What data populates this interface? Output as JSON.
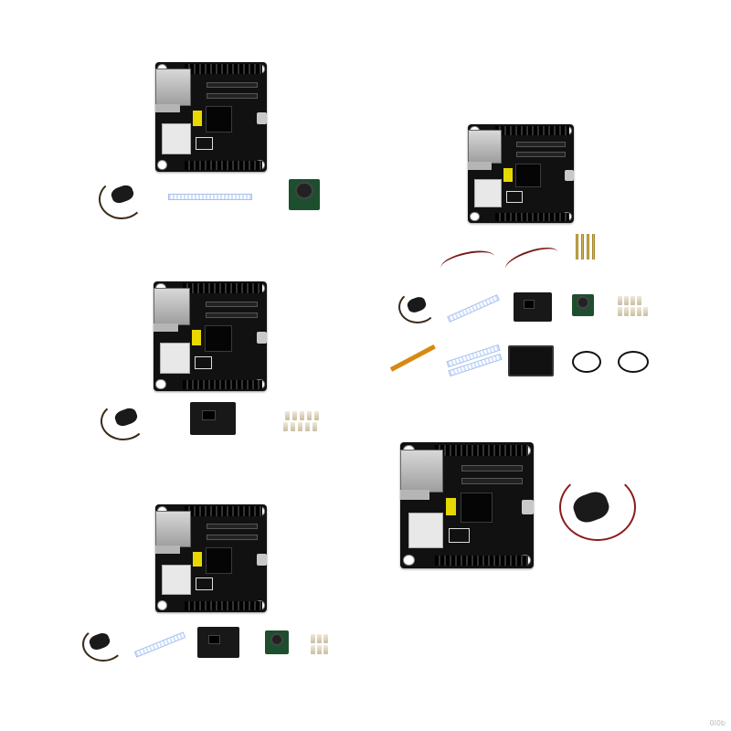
{
  "image": {
    "background": "#ffffff",
    "kits": [
      {
        "name": "kit-1",
        "items": [
          "board-icon",
          "speaker-icon",
          "ribbon-cable-icon",
          "camera-icon"
        ]
      },
      {
        "name": "kit-2",
        "items": [
          "board-icon",
          "speaker-icon",
          "module-icon",
          "standoff-icon"
        ]
      },
      {
        "name": "kit-3",
        "items": [
          "board-icon",
          "speaker-icon",
          "ribbon-cable-icon",
          "module-icon",
          "camera-icon",
          "standoff-icon"
        ]
      },
      {
        "name": "kit-4",
        "items": [
          "board-icon",
          "wire-cable-icon",
          "pin-header-icon",
          "speaker-icon",
          "ribbon-cable-icon",
          "module-icon",
          "camera-icon",
          "standoff-icon",
          "fpc-cable-icon",
          "lcd-screen-icon",
          "usb-cable-icon"
        ]
      },
      {
        "name": "kit-5",
        "items": [
          "board-icon",
          "speaker-icon"
        ]
      }
    ],
    "watermark": "0l0b"
  }
}
